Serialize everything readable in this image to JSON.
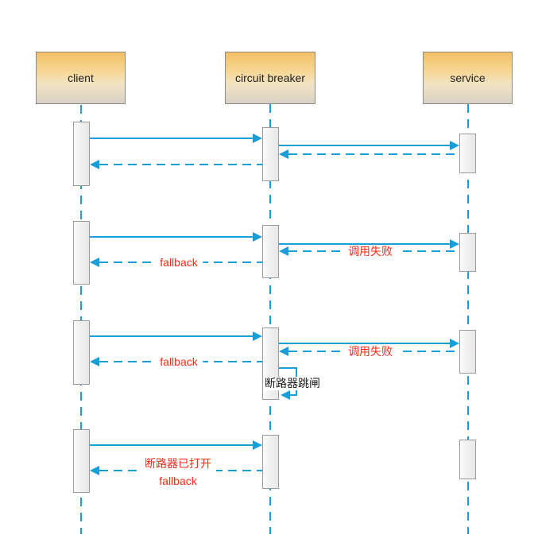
{
  "actors": [
    {
      "id": "client",
      "label": "client"
    },
    {
      "id": "circuit-breaker",
      "label": "circuit breaker"
    },
    {
      "id": "service",
      "label": "service"
    }
  ],
  "messages": {
    "fallback": "fallback",
    "call_failed": "调用失败",
    "breaker_tripped": "断路器跳闸",
    "breaker_open": "断路器已打开"
  },
  "colors": {
    "arrow_blue": "#189fd8",
    "label_red": "#fc2b16",
    "note_black": "#1a1a1a"
  }
}
